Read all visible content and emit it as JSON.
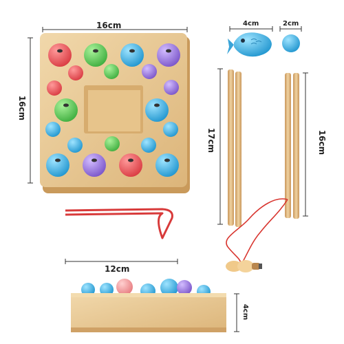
{
  "labels": {
    "board_width": "16cm",
    "board_height": "16cm",
    "fish_width": "4cm",
    "ball_width": "2cm",
    "rod_short": "17cm",
    "rod_long": "16cm",
    "tongs": "12cm",
    "box_height": "4cm"
  },
  "colors": {
    "wood": "#e8c68f",
    "wood_dark": "#c99a5b",
    "red": "#f0545a",
    "green": "#6cd36a",
    "blue": "#46b5e6",
    "purple": "#a37fe0",
    "pink": "#f39a9a",
    "string": "#d8342e"
  }
}
